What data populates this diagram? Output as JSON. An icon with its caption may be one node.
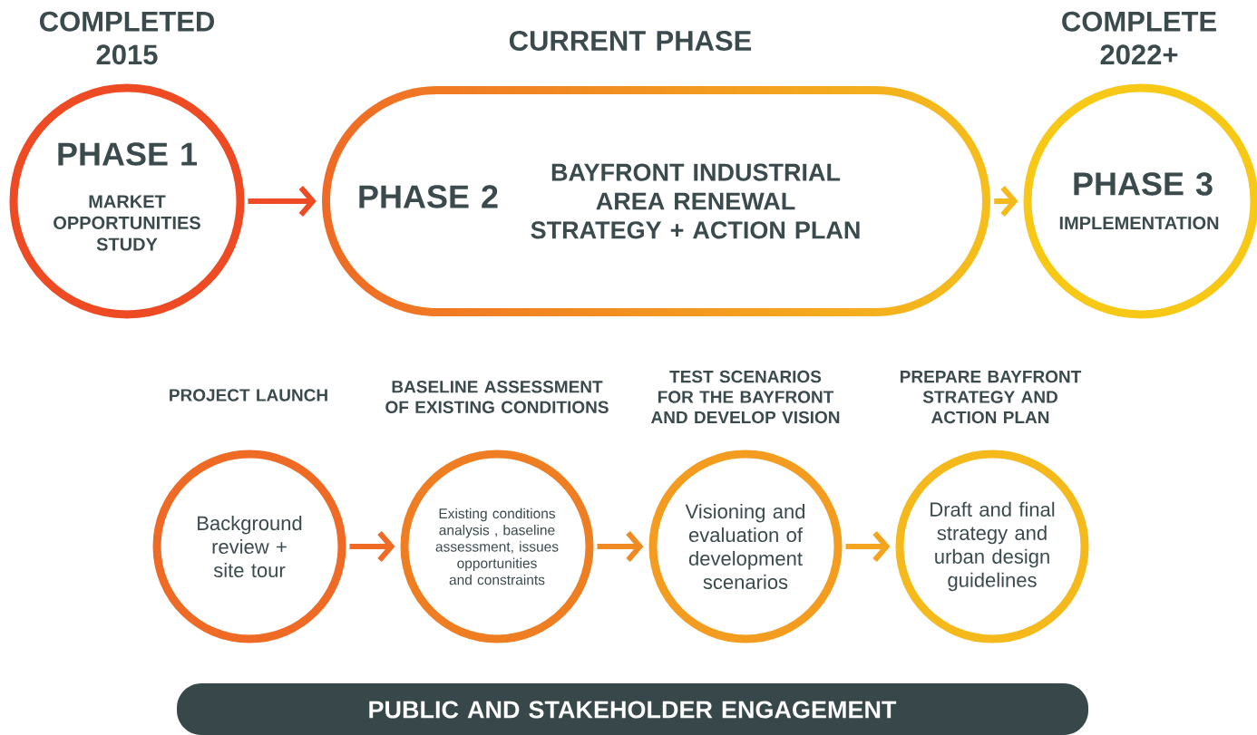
{
  "diagram": {
    "nodes": [
      {
        "text": [
          "PHASE 1",
          "MARKET OPPORTUNITIES STUDY"
        ],
        "beside": [
          "COMPLETED 2015"
        ]
      },
      {
        "text": [
          "PHASE 2",
          "BAYFRONT INDUSTRIAL AREA RENEWAL STRATEGY + ACTION PLAN"
        ],
        "beside": [
          "CURRENT PHASE"
        ]
      },
      {
        "text": [
          "PHASE 3",
          "IMPLEMENTATION"
        ],
        "beside": [
          "COMPLETE 2022+"
        ]
      },
      {
        "text": [
          "Background review + site tour"
        ],
        "beside": [
          "PROJECT LAUNCH"
        ]
      },
      {
        "text": [
          "Existing conditions analysis , baseline assessment, issues opportunities and constraints"
        ],
        "beside": [
          "BASELINE ASSESSMENT OF EXISTING CONDITIONS"
        ]
      },
      {
        "text": [
          "Visioning and evaluation of development scenarios"
        ],
        "beside": [
          "TEST SCENARIOS FOR THE BAYFRONT AND DEVELOP VISION"
        ]
      },
      {
        "text": [
          "Draft and final strategy and urban design guidelines"
        ],
        "beside": [
          "PREPARE BAYFRONT STRATEGY AND ACTION PLAN"
        ]
      },
      {
        "text": [
          "PUBLIC AND STAKEHOLDER ENGAGEMENT"
        ]
      }
    ],
    "edges": [
      {
        "from": 0,
        "to": 1,
        "arrow": "to"
      },
      {
        "from": 1,
        "to": 2,
        "arrow": "to",
        "color": "#f5b91c"
      },
      {
        "from": 3,
        "to": 4,
        "arrow": "to"
      },
      {
        "from": 4,
        "to": 5,
        "arrow": "to"
      },
      {
        "from": 5,
        "to": 6,
        "arrow": "to"
      }
    ]
  }
}
